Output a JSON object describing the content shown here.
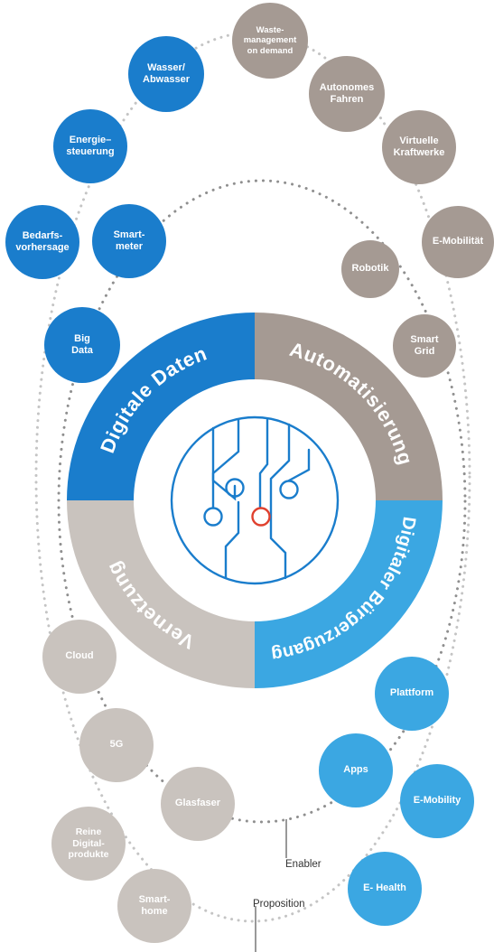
{
  "colors": {
    "blue": "#1a7dcc",
    "blue_light": "#3ba7e2",
    "brown": "#a59a93",
    "grey": "#c9c3be"
  },
  "segments": {
    "digitale_daten": "Digitale Daten",
    "automatisierung": "Automatisierung",
    "buergerzugang": "Digitaler Bürgerzugang",
    "vernetzung": "Vernetzung"
  },
  "center_icon": "circuit-icon",
  "labels": {
    "enabler": "Enabler",
    "proposition": "Proposition"
  },
  "bubbles": [
    {
      "name": "bubble-wastemanagement",
      "text": "Waste-\nmanagement\non demand",
      "color": "brown"
    },
    {
      "name": "bubble-wasser-abwasser",
      "text": "Wasser/\nAbwasser",
      "color": "blue"
    },
    {
      "name": "bubble-autonomes-fahren",
      "text": "Autonomes\nFahren",
      "color": "brown"
    },
    {
      "name": "bubble-energiesteuerung",
      "text": "Energie–\nsteuerung",
      "color": "blue"
    },
    {
      "name": "bubble-virtuelle-kraftwerke",
      "text": "Virtuelle\nKraftwerke",
      "color": "brown"
    },
    {
      "name": "bubble-bedarfsvorhersage",
      "text": "Bedarfs-\nvorhersage",
      "color": "blue"
    },
    {
      "name": "bubble-smartmeter",
      "text": "Smart-\nmeter",
      "color": "blue"
    },
    {
      "name": "bubble-robotik",
      "text": "Robotik",
      "color": "brown"
    },
    {
      "name": "bubble-e-mobilitaet",
      "text": "E-Mobilität",
      "color": "brown"
    },
    {
      "name": "bubble-big-data",
      "text": "Big\nData",
      "color": "blue"
    },
    {
      "name": "bubble-smart-grid",
      "text": "Smart\nGrid",
      "color": "brown"
    },
    {
      "name": "bubble-cloud",
      "text": "Cloud",
      "color": "grey"
    },
    {
      "name": "bubble-plattform",
      "text": "Plattform",
      "color": "blue_light"
    },
    {
      "name": "bubble-5g",
      "text": "5G",
      "color": "grey"
    },
    {
      "name": "bubble-apps",
      "text": "Apps",
      "color": "blue_light"
    },
    {
      "name": "bubble-e-mobility",
      "text": "E-Mobility",
      "color": "blue_light"
    },
    {
      "name": "bubble-glasfaser",
      "text": "Glasfaser",
      "color": "grey"
    },
    {
      "name": "bubble-reine-digitalprodukte",
      "text": "Reine\nDigital-\nprodukte",
      "color": "grey"
    },
    {
      "name": "bubble-e-health",
      "text": "E- Health",
      "color": "blue_light"
    },
    {
      "name": "bubble-smarthome",
      "text": "Smart-\nhome",
      "color": "grey"
    }
  ]
}
